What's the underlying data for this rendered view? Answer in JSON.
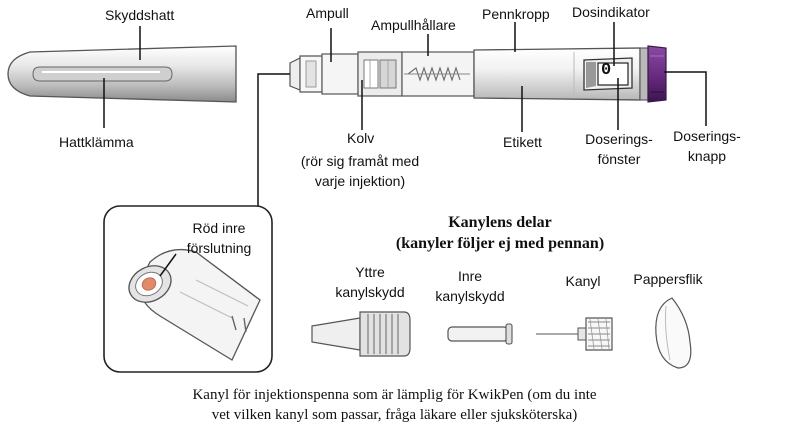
{
  "pen_labels": {
    "cap": "Skyddshatt",
    "cap_clip": "Hattklämma",
    "cartridge": "Ampull",
    "cartridge_holder": "Ampullhållare",
    "pen_body": "Pennkropp",
    "dose_indicator": "Dosindikator",
    "plunger": "Kolv",
    "plunger_note_1": "(rör sig framåt med",
    "plunger_note_2": "varje injektion)",
    "label": "Etikett",
    "dose_window_1": "Doserings-",
    "dose_window_2": "fönster",
    "dose_knob_1": "Doserings-",
    "dose_knob_2": "knapp",
    "dose_value": "0"
  },
  "inset": {
    "seal_1": "Röd inre",
    "seal_2": "förslutning"
  },
  "needle_parts": {
    "title_1": "Kanylens delar",
    "title_2": "(kanyler följer ej med pennan)",
    "outer_cover_1": "Yttre",
    "outer_cover_2": "kanylskydd",
    "inner_cover_1": "Inre",
    "inner_cover_2": "kanylskydd",
    "needle": "Kanyl",
    "paper_tab": "Pappersflik"
  },
  "caption": {
    "line_1": "Kanyl för injektionspenna som är lämplig för KwikPen (om du inte",
    "line_2": "vet vilken kanyl som passar, fråga läkare eller sjuksköterska)"
  },
  "colors": {
    "knob": "#6a2d82",
    "seal": "#e08a6a",
    "outline": "#555555",
    "shade": "#d9d9d9"
  }
}
